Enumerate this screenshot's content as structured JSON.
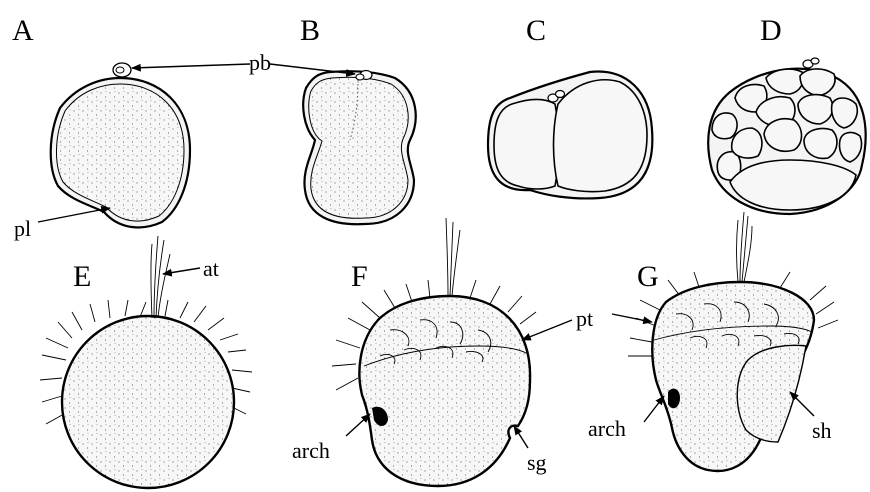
{
  "panels": {
    "A": "A",
    "B": "B",
    "C": "C",
    "D": "D",
    "E": "E",
    "F": "F",
    "G": "G"
  },
  "labels": {
    "pb": "pb",
    "pl": "pl",
    "at": "at",
    "pt": "pt",
    "arch_f": "arch",
    "arch_g": "arch",
    "sg": "sg",
    "sh": "sh"
  }
}
